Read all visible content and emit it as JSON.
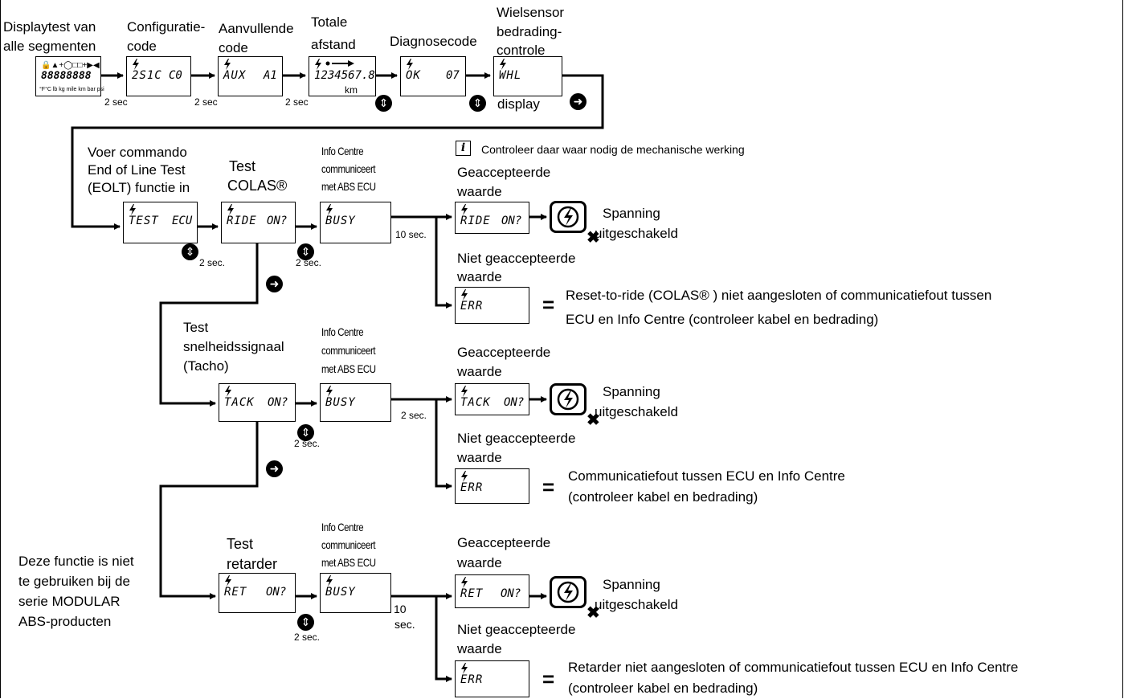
{
  "top_row": {
    "col1_label": [
      "Displaytest van",
      "alle segmenten"
    ],
    "col2_label": [
      "Configuratie-",
      "code"
    ],
    "col3_label": [
      "Aanvullende",
      "code"
    ],
    "col4_label": [
      "Totale",
      "afstand"
    ],
    "col5_label": "Diagnosecode",
    "col6_label": [
      "Wielsensor",
      "bedrading-",
      "controle"
    ],
    "lcd1_line1": "🔒▲+◯□□+▶◀",
    "lcd1_line2": "88888888",
    "lcd1_line3": "°F°C lb kg mile km bar psi",
    "lcd2_left": "2S1C",
    "lcd2_right": "C0",
    "lcd3_left": "AUX",
    "lcd3_right": "A1",
    "lcd4_value": "1234567.8",
    "lcd4_unit": "km",
    "lcd5_left": "OK",
    "lcd5_right": "07",
    "lcd6_value": "WHL",
    "delay1": "2 sec",
    "delay2": "2 sec",
    "delay3": "2 sec",
    "display_label": "display"
  },
  "note": "Controleer daar waar nodig de mechanische werking",
  "colas": {
    "eolt_label": [
      "Voer commando",
      "End of Line Test",
      "(EOLT) functie in"
    ],
    "test_label": [
      "Test",
      "COLAS®"
    ],
    "info_label": [
      "Info Centre",
      "communiceert",
      "met ABS ECU"
    ],
    "lcd_test_left": "TEST",
    "lcd_test_right": "ECU",
    "lcd_ride_left": "RIDE",
    "lcd_ride_right": "ON?",
    "lcd_busy": "BUSY",
    "delay_a": "2 sec.",
    "delay_b": "2 sec.",
    "delay_c": "10 sec.",
    "accepted": [
      "Geaccepteerde",
      "waarde"
    ],
    "not_accepted": [
      "Niet geaccepteerde",
      "waarde"
    ],
    "power_off": [
      "Spanning",
      "uitgeschakeld"
    ],
    "err": "ERR",
    "eq": "=",
    "error_text": [
      "Reset-to-ride (COLAS® ) niet aangesloten of communicatiefout tussen",
      "ECU en Info Centre (controleer kabel en bedrading)"
    ]
  },
  "tacho": {
    "test_label": [
      "Test",
      "snelheidssignaal",
      "(Tacho)"
    ],
    "info_label": [
      "Info Centre",
      "communiceert",
      "met ABS ECU"
    ],
    "lcd_left": "TACK",
    "lcd_right": "ON?",
    "lcd_busy": "BUSY",
    "delay_a": "2 sec.",
    "delay_b": "2 sec.",
    "accepted": [
      "Geaccepteerde",
      "waarde"
    ],
    "not_accepted": [
      "Niet geaccepteerde",
      "waarde"
    ],
    "power_off": [
      "Spanning",
      "uitgeschakeld"
    ],
    "err": "ERR",
    "eq": "=",
    "error_text": [
      "Communicatiefout tussen ECU en Info Centre",
      "(controleer kabel en bedrading)"
    ]
  },
  "retarder": {
    "side_note": [
      "Deze functie is niet",
      "te gebruiken bij de",
      "serie MODULAR",
      "ABS-producten"
    ],
    "test_label": [
      "Test",
      "retarder"
    ],
    "info_label": [
      "Info Centre",
      "communiceert",
      "met ABS ECU"
    ],
    "lcd_left": "RET",
    "lcd_right": "ON?",
    "lcd_busy": "BUSY",
    "delay_a": "2 sec.",
    "delay_b": [
      "10",
      "sec."
    ],
    "accepted": [
      "Geaccepteerde",
      "waarde"
    ],
    "not_accepted": [
      "Niet geaccepteerde",
      "waarde"
    ],
    "power_off": [
      "Spanning",
      "uitgeschakeld"
    ],
    "err": "ERR",
    "eq": "=",
    "error_text": [
      "Retarder niet aangesloten of communicatiefout tussen ECU en Info Centre",
      "(controleer kabel en bedrading)"
    ]
  }
}
